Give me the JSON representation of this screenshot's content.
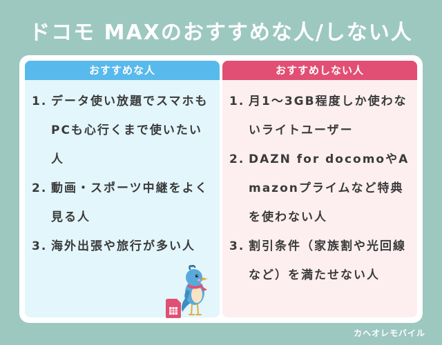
{
  "title": "ドコモ MAXのおすすめな人/しない人",
  "left_column": {
    "heading": "おすすめな人",
    "items": [
      {
        "num": "1.",
        "text": "データ使い放題でスマホもPCも心行くまで使いたい人"
      },
      {
        "num": "2.",
        "text": "動画・スポーツ中継をよく見る人"
      },
      {
        "num": "3.",
        "text": "海外出張や旅行が多い人"
      }
    ]
  },
  "right_column": {
    "heading": "おすすめしない人",
    "items": [
      {
        "num": "1.",
        "text": "月1〜3GB程度しか使わないライトユーザー"
      },
      {
        "num": "2.",
        "text": "DAZN for docomoやAmazonプライムなど特典を使わない人"
      },
      {
        "num": "3.",
        "text": "割引条件（家族割や光回線など）を満たせない人"
      }
    ]
  },
  "credit": "カヘオレモバイル",
  "colors": {
    "background": "#9cc8c0",
    "left_accent": "#58b9ec",
    "right_accent": "#e14f74"
  },
  "decorations": [
    "bird-mascot-icon",
    "sim-card-icon"
  ]
}
